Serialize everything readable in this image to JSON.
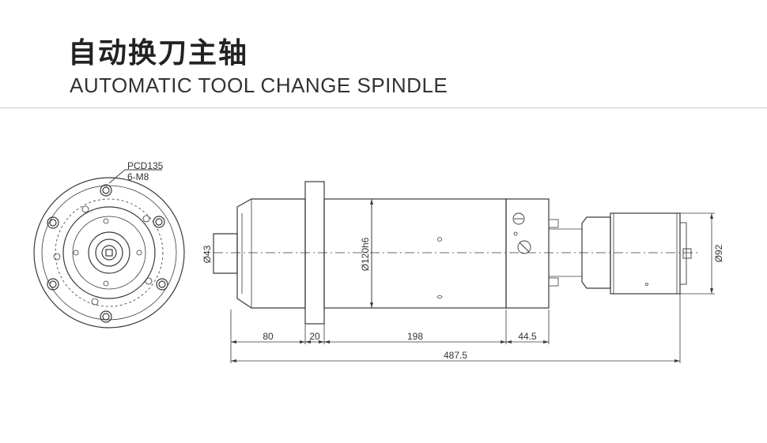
{
  "header": {
    "title_zh": "自动换刀主轴",
    "title_en": "AUTOMATIC TOOL CHANGE SPINDLE"
  },
  "front_view": {
    "pcd_label": "PCD135",
    "thread_label": "6-M8"
  },
  "side_view": {
    "dims": {
      "nose_dia": "Ø43",
      "body_dia": "Ø120h6",
      "motor_dia": "Ø92",
      "seg_nose": "80",
      "seg_flange": "20",
      "seg_body": "198",
      "seg_tail": "44.5",
      "total_length": "487.5"
    }
  },
  "colors": {
    "line": "#3a3a3a",
    "text": "#333333",
    "divider": "#cfcfcf"
  }
}
